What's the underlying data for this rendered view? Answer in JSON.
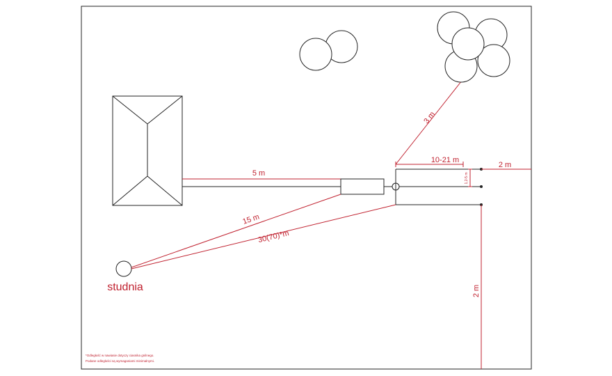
{
  "labels": {
    "house_distance": "5 m",
    "well_to_tank": "15 m",
    "well_to_field": "30(70)*m",
    "trees_distance": "3 m",
    "field_length": "10-21 m",
    "boundary_top": "2 m",
    "boundary_side": "2 m",
    "drain_spacing": "1,2-5 m",
    "well_name": "studnia"
  },
  "notes": [
    "*Odległość w nawiasie dotyczy ciasnika gnilnego.",
    "Podane odległości są wymaganiami minimalnymi."
  ],
  "colors": {
    "accent": "#c0212f",
    "outline": "#222222"
  }
}
